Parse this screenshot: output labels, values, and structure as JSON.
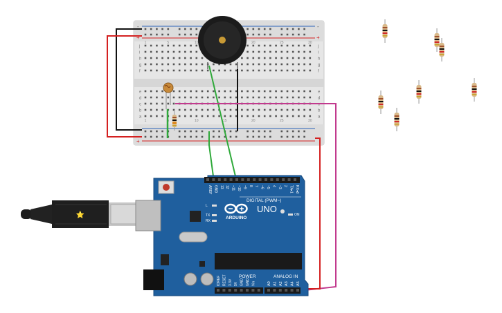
{
  "breadboard": {
    "row_letters_top": [
      "j",
      "i",
      "h",
      "g",
      "f"
    ],
    "row_letters_bottom": [
      "e",
      "d",
      "c",
      "b",
      "a"
    ],
    "rail_plus": "+",
    "rail_minus": "-",
    "column_numbers": [
      "1",
      "5",
      "10",
      "15",
      "20",
      "25",
      "30"
    ]
  },
  "arduino": {
    "brand": "ARDUINO",
    "model": "UNO",
    "digital_label": "DIGITAL (PWM~)",
    "power_label": "POWER",
    "analog_label": "ANALOG IN",
    "on_label": "ON",
    "led_labels": [
      "L",
      "TX",
      "RX"
    ],
    "digital_pins": [
      "AREF",
      "GND",
      "13",
      "12",
      "~11",
      "~10",
      "~9",
      "8",
      "7",
      "~6",
      "~5",
      "4",
      "~3",
      "2",
      "TX▸1",
      "RX◂0"
    ],
    "power_pins": [
      "IOREF",
      "RESET",
      "3.3V",
      "5V",
      "GND",
      "GND",
      "Vin"
    ],
    "analog_pins": [
      "A0",
      "A1",
      "A2",
      "A3",
      "A4",
      "A5"
    ],
    "reset_label": "RESET"
  },
  "colors": {
    "board_blue": "#1f5f9e",
    "wire_red": "#d42020",
    "wire_black": "#111111",
    "wire_green": "#2fa93a",
    "wire_magenta": "#c23a8e",
    "breadboard": "#e9e9e9"
  }
}
